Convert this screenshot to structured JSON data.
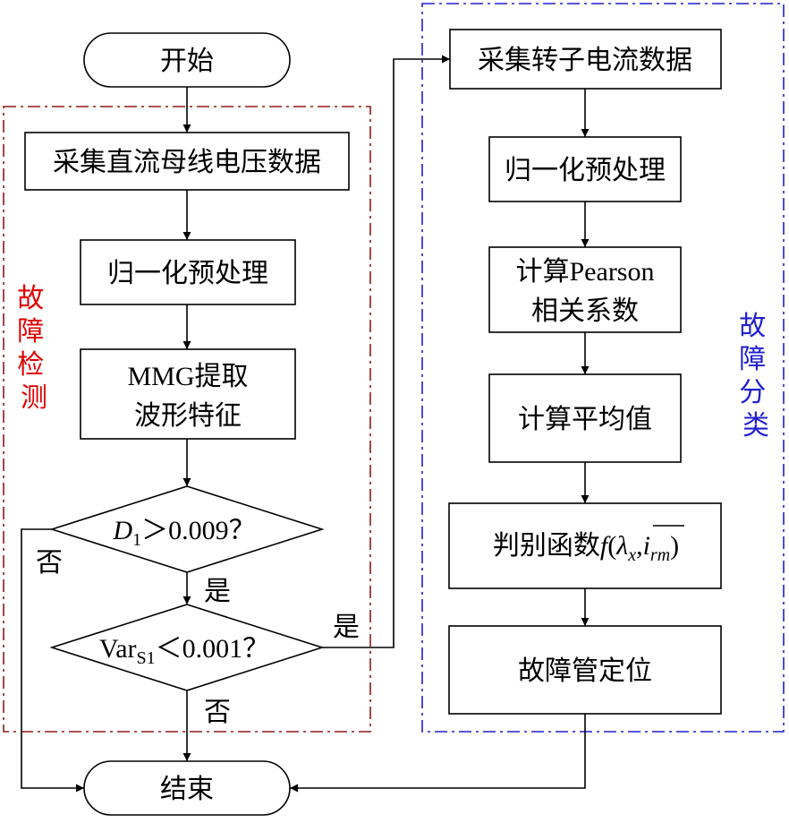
{
  "nodes": {
    "start": "开始",
    "collect_dc": "采集直流母线电压数据",
    "normalize_left": "归一化预处理",
    "mmg_line1": "MMG提取",
    "mmg_line2": "波形特征",
    "cond1": {
      "var": "D",
      "sub": "1",
      "rest": "＞0.009？"
    },
    "cond2": {
      "var": "Var",
      "sub": "S1",
      "rest": "＜0.001？"
    },
    "end": "结束",
    "collect_rotor": "采集转子电流数据",
    "normalize_right": "归一化预处理",
    "pearson_line1": "计算Pearson",
    "pearson_line2": "相关系数",
    "mean": "计算平均值",
    "discriminant": {
      "prefix": "判别函数",
      "func": "f",
      "lambda": "λ",
      "lambda_sub": "x",
      "i": "i",
      "i_sub": "rm"
    },
    "locate": "故障管定位"
  },
  "edge_labels": {
    "cond1_no": "否",
    "cond1_yes": "是",
    "cond2_yes": "是",
    "cond2_no": "否"
  },
  "regions": {
    "detection": {
      "label": [
        "故",
        "障",
        "检",
        "测"
      ],
      "color": "#8b1a1a"
    },
    "classification": {
      "label": [
        "故",
        "障",
        "分",
        "类"
      ],
      "color": "#1f1fcf"
    }
  }
}
